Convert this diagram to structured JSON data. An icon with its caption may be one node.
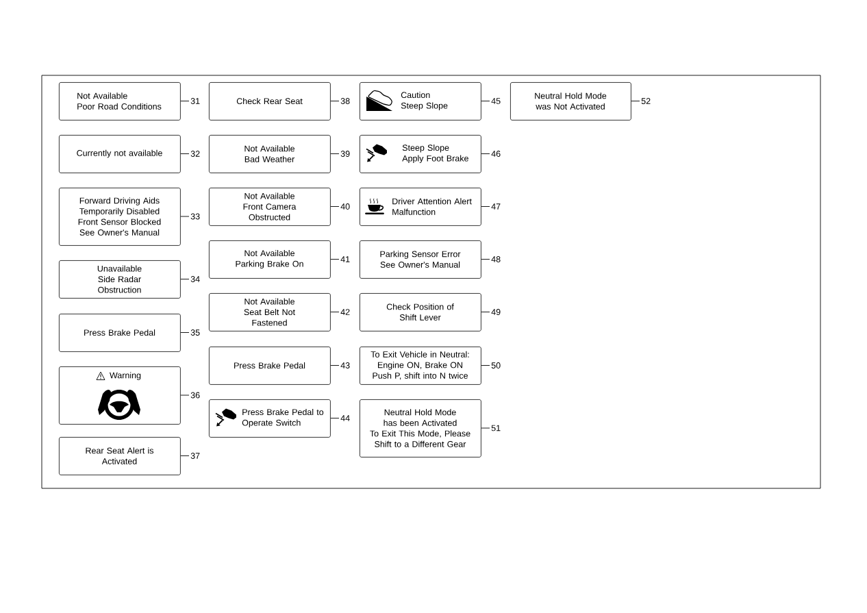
{
  "diagram": {
    "nodes": [
      {
        "text": [
          "Not Available",
          "Poor Road Conditions"
        ]
      },
      {
        "text": [
          "31"
        ]
      },
      {
        "text": [
          "Currently not available"
        ]
      },
      {
        "text": [
          "32"
        ]
      },
      {
        "text": [
          "Forward Driving Aids Temporarily Disabled Front Sensor Blocked See Owner's Manual"
        ]
      },
      {
        "text": [
          "33"
        ]
      },
      {
        "text": [
          "Unavailable Side Radar Obstruction"
        ]
      },
      {
        "text": [
          "34"
        ]
      },
      {
        "text": [
          "Press Brake Pedal"
        ]
      },
      {
        "text": [
          "35"
        ]
      },
      {
        "text": [
          "Warning"
        ]
      },
      {
        "text": [
          "36"
        ]
      },
      {
        "text": [
          "Rear Seat Alert is Activated"
        ]
      },
      {
        "text": [
          "37"
        ]
      },
      {
        "text": [
          "Check Rear Seat"
        ]
      },
      {
        "text": [
          "38"
        ]
      },
      {
        "text": [
          "Not Available Bad Weather"
        ]
      },
      {
        "text": [
          "39"
        ]
      },
      {
        "text": [
          "Not Available Front Camera Obstructed"
        ]
      },
      {
        "text": [
          "40"
        ]
      },
      {
        "text": [
          "Not Available Parking Brake On"
        ]
      },
      {
        "text": [
          "41"
        ]
      },
      {
        "text": [
          "Not Available Seat Belt Not Fastened"
        ]
      },
      {
        "text": [
          "42"
        ]
      },
      {
        "text": [
          "Press Brake Pedal"
        ]
      },
      {
        "text": [
          "43"
        ]
      },
      {
        "text": [
          "Press Brake Pedal to Operate Switch"
        ]
      },
      {
        "text": [
          "44"
        ]
      },
      {
        "text": [
          "Caution",
          "Steep Slope"
        ]
      },
      {
        "text": [
          "45"
        ]
      },
      {
        "text": [
          "Steep Slope Apply Foot Brake"
        ]
      },
      {
        "text": [
          "46"
        ]
      },
      {
        "text": [
          "Driver Attention Alert Malfunction"
        ]
      },
      {
        "text": [
          "47"
        ]
      },
      {
        "text": [
          "Parking Sensor Error See Owner's Manual"
        ]
      },
      {
        "text": [
          "48"
        ]
      },
      {
        "text": [
          "Check Position of Shift Lever"
        ]
      },
      {
        "text": [
          "49"
        ]
      },
      {
        "text": [
          "To Exit Vehicle in Neutral:",
          "Engine ON, Brake ON",
          "Push P, shift into N twice"
        ]
      },
      {
        "text": [
          "50"
        ]
      },
      {
        "text": [
          "Neutral Hold Mode has been Activated",
          "To Exit This Mode, Please Shift to a Different Gear"
        ]
      },
      {
        "text": [
          "51"
        ]
      },
      {
        "text": [
          "Neutral Hold Mode was Not Activated"
        ]
      },
      {
        "text": [
          "52"
        ]
      }
    ],
    "edges": [
      {
        "from": 1,
        "to": 0,
        "arrow": "none"
      },
      {
        "from": 3,
        "to": 2,
        "arrow": "none"
      },
      {
        "from": 5,
        "to": 4,
        "arrow": "none"
      },
      {
        "from": 7,
        "to": 6,
        "arrow": "none"
      },
      {
        "from": 9,
        "to": 8,
        "arrow": "none"
      },
      {
        "from": 11,
        "to": 10,
        "arrow": "none"
      },
      {
        "from": 13,
        "to": 12,
        "arrow": "none"
      },
      {
        "from": 15,
        "to": 14,
        "arrow": "none"
      },
      {
        "from": 17,
        "to": 16,
        "arrow": "none"
      },
      {
        "from": 19,
        "to": 18,
        "arrow": "none"
      },
      {
        "from": 21,
        "to": 20,
        "arrow": "none"
      },
      {
        "from": 23,
        "to": 22,
        "arrow": "none"
      },
      {
        "from": 25,
        "to": 24,
        "arrow": "none"
      },
      {
        "from": 27,
        "to": 26,
        "arrow": "none"
      },
      {
        "from": 29,
        "to": 28,
        "arrow": "none"
      },
      {
        "from": 31,
        "to": 30,
        "arrow": "none"
      },
      {
        "from": 33,
        "to": 32,
        "arrow": "none"
      },
      {
        "from": 35,
        "to": 34,
        "arrow": "none"
      },
      {
        "from": 37,
        "to": 36,
        "arrow": "none"
      },
      {
        "from": 39,
        "to": 38,
        "arrow": "none"
      },
      {
        "from": 41,
        "to": 40,
        "arrow": "none"
      },
      {
        "from": 43,
        "to": 42,
        "arrow": "none"
      }
    ]
  }
}
